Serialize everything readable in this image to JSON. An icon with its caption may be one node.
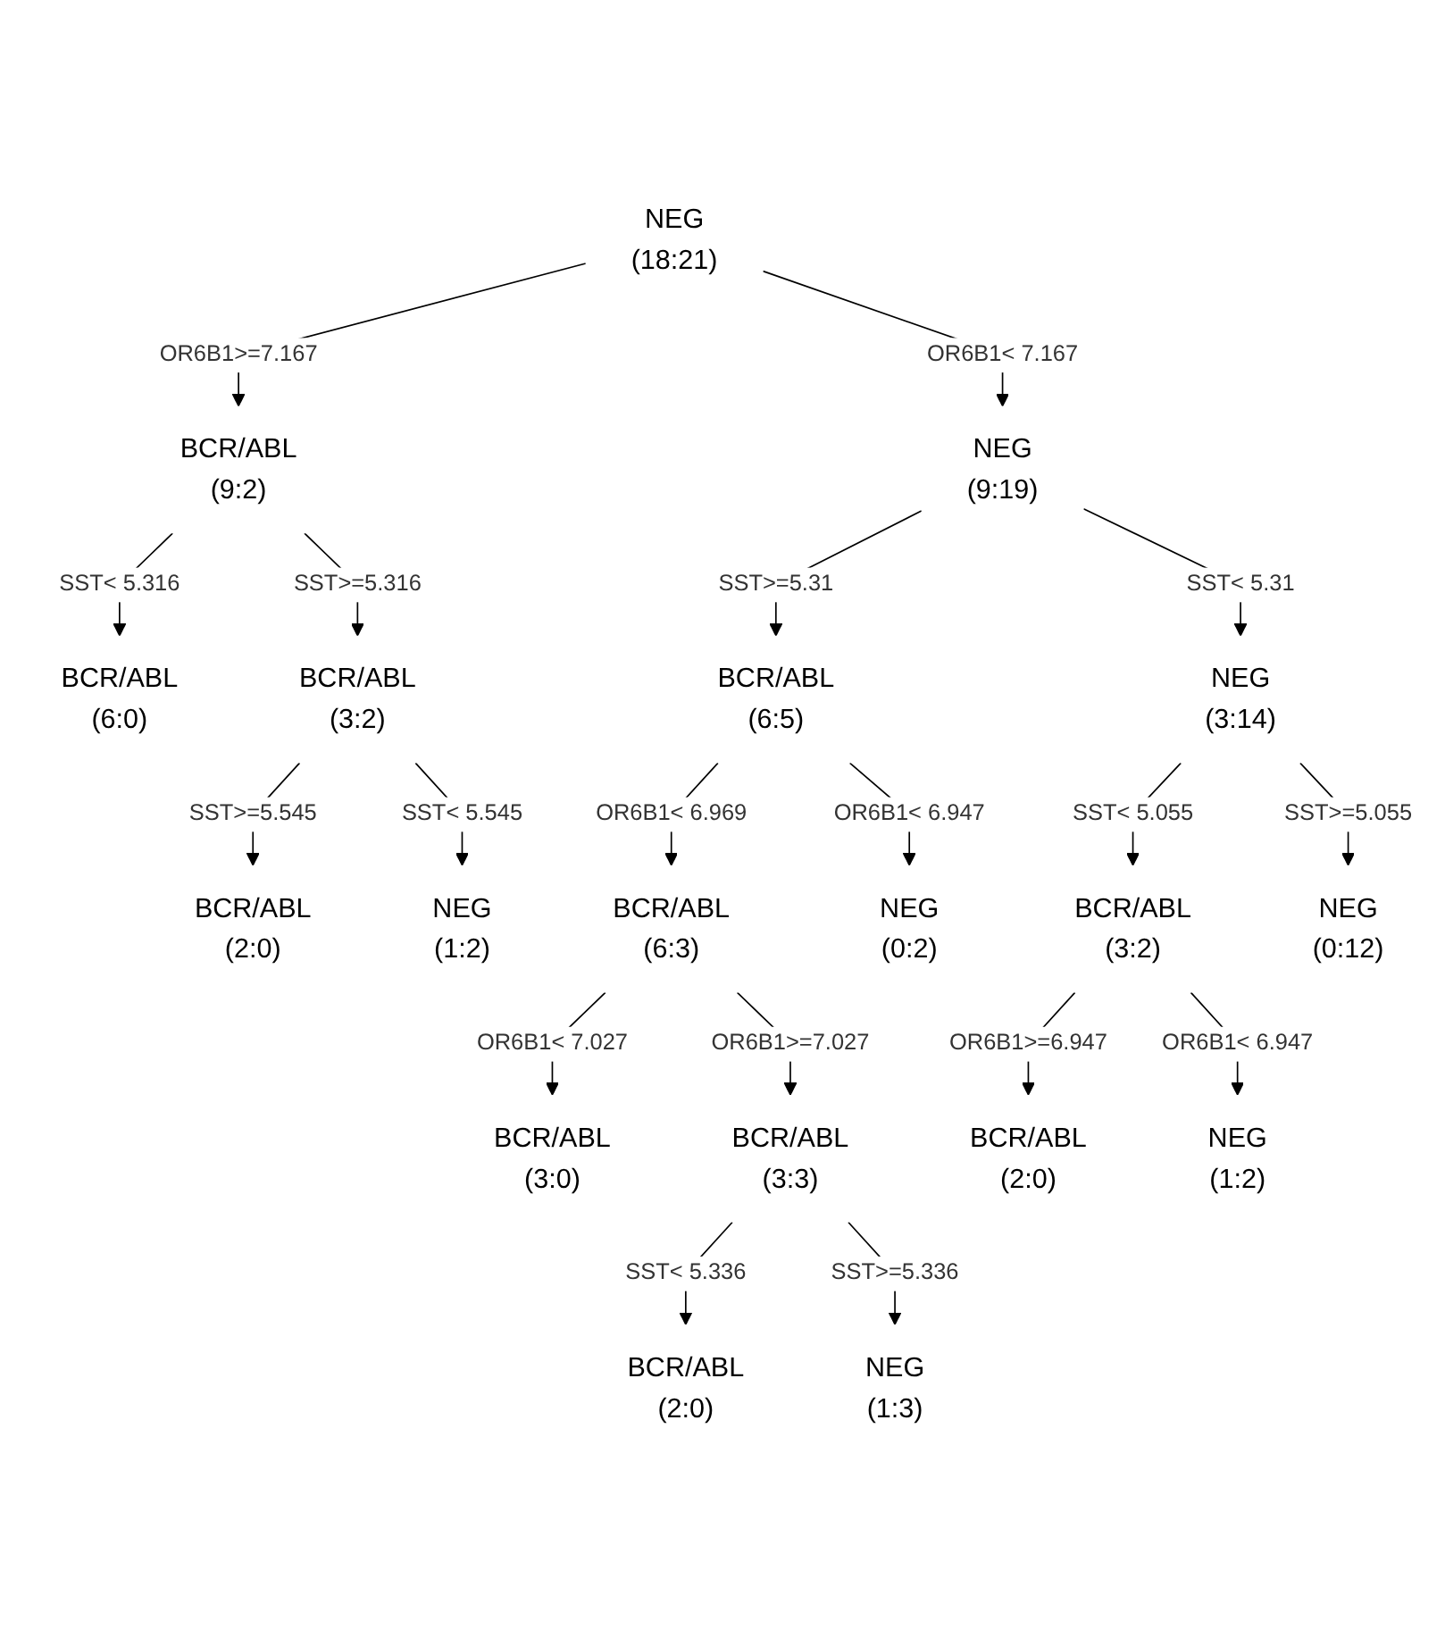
{
  "diagram": {
    "nodes": [
      {
        "text": [
          "NEG",
          "(18:21)"
        ]
      },
      {
        "text": [
          "BCR/ABL",
          "(9:2)"
        ]
      },
      {
        "text": [
          "NEG",
          "(9:19)"
        ]
      },
      {
        "text": [
          "BCR/ABL",
          "(6:0)"
        ]
      },
      {
        "text": [
          "BCR/ABL",
          "(3:2)"
        ]
      },
      {
        "text": [
          "BCR/ABL",
          "(6:5)"
        ]
      },
      {
        "text": [
          "NEG",
          "(3:14)"
        ]
      },
      {
        "text": [
          "BCR/ABL",
          "(2:0)"
        ]
      },
      {
        "text": [
          "NEG",
          "(1:2)"
        ]
      },
      {
        "text": [
          "BCR/ABL",
          "(6:3)"
        ]
      },
      {
        "text": [
          "NEG",
          "(0:2)"
        ]
      },
      {
        "text": [
          "BCR/ABL",
          "(3:2)"
        ]
      },
      {
        "text": [
          "NEG",
          "(0:12)"
        ]
      },
      {
        "text": [
          "BCR/ABL",
          "(3:0)"
        ]
      },
      {
        "text": [
          "BCR/ABL",
          "(3:3)"
        ]
      },
      {
        "text": [
          "BCR/ABL",
          "(2:0)"
        ]
      },
      {
        "text": [
          "NEG",
          "(1:2)"
        ]
      },
      {
        "text": [
          "BCR/ABL",
          "(2:0)"
        ]
      },
      {
        "text": [
          "NEG",
          "(1:3)"
        ]
      }
    ],
    "edges": [
      {
        "from": 0,
        "to": 1,
        "arrow": "to",
        "label": "OR6B1>=7.167"
      },
      {
        "from": 0,
        "to": 2,
        "arrow": "to",
        "label": "OR6B1< 7.167"
      },
      {
        "from": 1,
        "to": 3,
        "arrow": "to",
        "label": "SST< 5.316"
      },
      {
        "from": 1,
        "to": 4,
        "arrow": "to",
        "label": "SST>=5.316"
      },
      {
        "from": 2,
        "to": 5,
        "arrow": "to",
        "label": "SST>=5.31"
      },
      {
        "from": 2,
        "to": 6,
        "arrow": "to",
        "label": "SST< 5.31"
      },
      {
        "from": 4,
        "to": 7,
        "arrow": "to",
        "label": "SST>=5.545"
      },
      {
        "from": 4,
        "to": 8,
        "arrow": "to",
        "label": "SST< 5.545"
      },
      {
        "from": 5,
        "to": 9,
        "arrow": "to",
        "label": "OR6B1< 6.969"
      },
      {
        "from": 5,
        "to": 10,
        "arrow": "to",
        "label": "OR6B1< 6.947"
      },
      {
        "from": 6,
        "to": 11,
        "arrow": "to",
        "label": "SST< 5.055"
      },
      {
        "from": 6,
        "to": 12,
        "arrow": "to",
        "label": "SST>=5.055"
      },
      {
        "from": 9,
        "to": 13,
        "arrow": "to",
        "label": "OR6B1< 7.027"
      },
      {
        "from": 9,
        "to": 14,
        "arrow": "to",
        "label": "OR6B1>=7.027"
      },
      {
        "from": 11,
        "to": 15,
        "arrow": "to",
        "label": "OR6B1>=6.947"
      },
      {
        "from": 11,
        "to": 16,
        "arrow": "to",
        "label": "OR6B1< 6.947"
      },
      {
        "from": 14,
        "to": 17,
        "arrow": "to",
        "label": "SST< 5.336"
      },
      {
        "from": 14,
        "to": 18,
        "arrow": "to",
        "label": "SST>=5.336"
      }
    ]
  }
}
